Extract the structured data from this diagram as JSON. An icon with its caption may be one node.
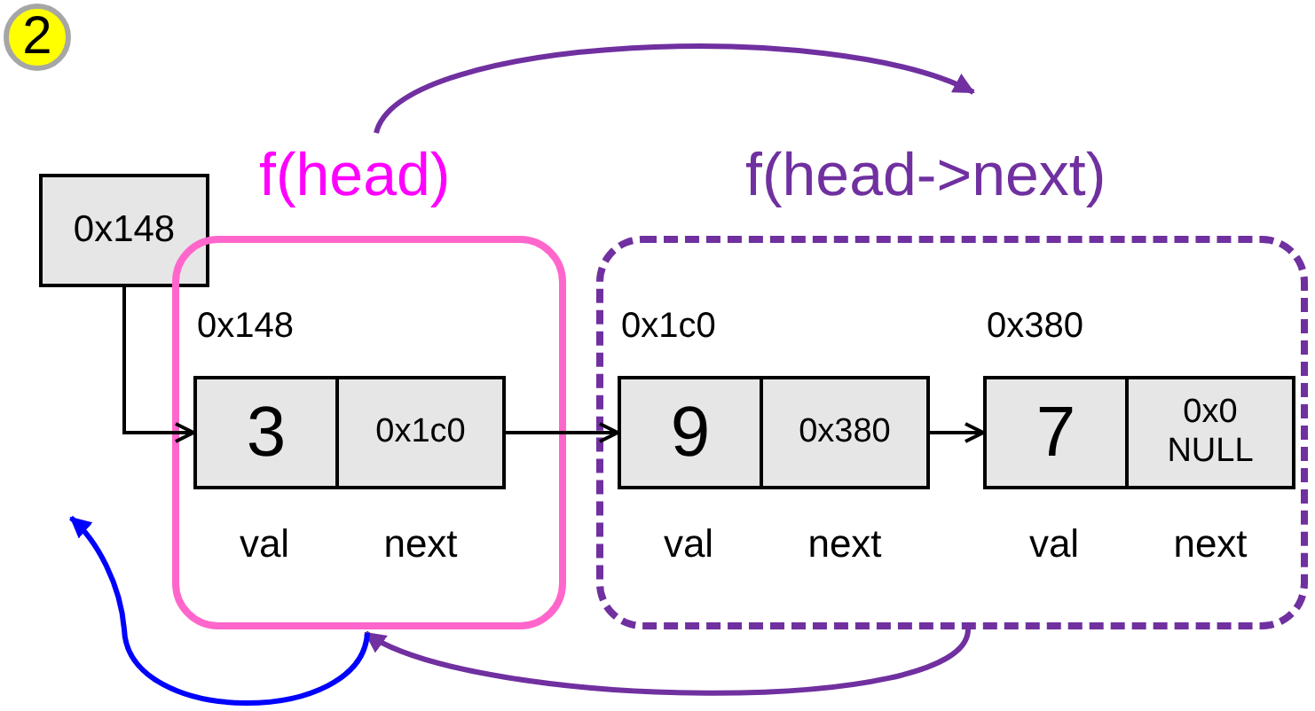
{
  "diagram": {
    "nodes": [
      {
        "text": [
          "2"
        ]
      },
      {
        "text": [
          "0x148"
        ]
      },
      {
        "text": [
          "f(head)"
        ]
      },
      {
        "text": [
          "f(head->next)"
        ]
      },
      {
        "text": [
          "0x148",
          "3",
          "0x1c0"
        ],
        "beside": [
          "val",
          "next"
        ],
        "in": 2
      },
      {
        "text": [
          "0x1c0",
          "9",
          "0x380"
        ],
        "beside": [
          "val",
          "next"
        ],
        "in": 3
      },
      {
        "text": [
          "0x380",
          "7",
          "0x0 NULL"
        ],
        "beside": [
          "val",
          "next"
        ],
        "in": 3
      }
    ],
    "edges": [
      {
        "from": 1,
        "to": 4,
        "arrow": "to"
      },
      {
        "from": 4,
        "to": 5,
        "arrow": "to"
      },
      {
        "from": 5,
        "to": 6,
        "arrow": "to"
      },
      {
        "from": 2,
        "to": 3,
        "arrow": "to",
        "color": "#7030a0"
      },
      {
        "from": 3,
        "to": 2,
        "arrow": "to",
        "color": "#7030a0"
      },
      {
        "from": 2,
        "to": null,
        "arrow": "to",
        "color": "#0000ff"
      }
    ]
  }
}
